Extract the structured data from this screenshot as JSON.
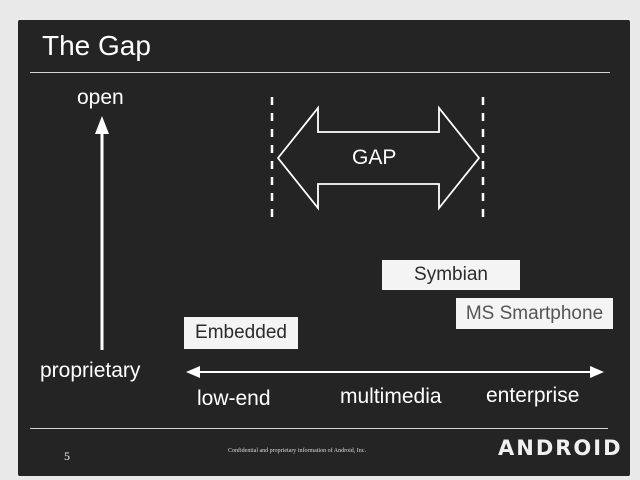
{
  "slide": {
    "title": "The Gap",
    "y_axis": {
      "top_label": "open",
      "bottom_label": "proprietary"
    },
    "x_axis": {
      "left_label": "low-end",
      "middle_label": "multimedia",
      "right_label": "enterprise"
    },
    "gap_label": "GAP",
    "boxes": [
      {
        "label": "Symbian"
      },
      {
        "label": "MS Smartphone"
      },
      {
        "label": "Embedded"
      }
    ],
    "footer": {
      "page_number": "5",
      "confidential": "Confidential and proprietary information of Android, Inc.",
      "logo": "ANDROID"
    }
  },
  "colors": {
    "slide_background": "#242424",
    "foreground": "#ffffff",
    "box_fill": "#f4f4f4"
  }
}
